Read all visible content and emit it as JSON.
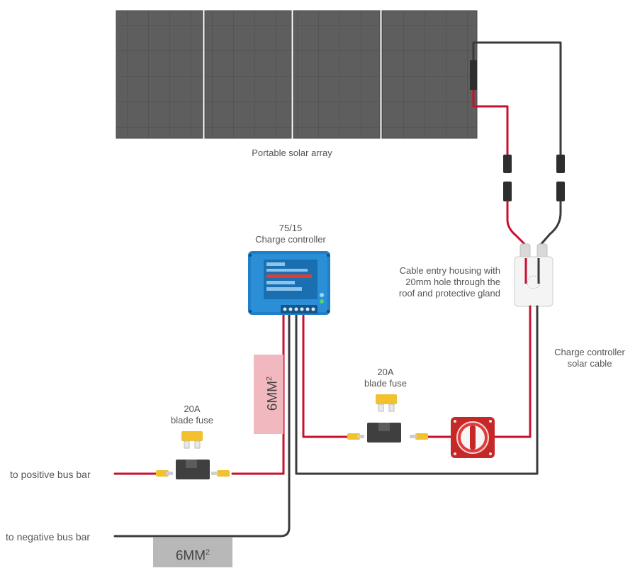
{
  "labels": {
    "solar_array": "Portable solar array",
    "controller_model": "75/15",
    "controller_name": "Charge controller",
    "housing_line1": "Cable entry housing with",
    "housing_line2": "20mm hole through the",
    "housing_line3": "roof and protective gland",
    "solar_cable_line1": "Charge controller",
    "solar_cable_line2": "solar cable",
    "fuse_right_rating": "20A",
    "fuse_right_name": "blade fuse",
    "fuse_left_rating": "20A",
    "fuse_left_name": "blade fuse",
    "positive_bus": "to positive bus bar",
    "negative_bus": "to negative bus bar",
    "cable_size_positive": "6MM",
    "cable_size_negative": "6MM",
    "cable_size_sup": "2"
  },
  "colors": {
    "positive_wire": "#c8102e",
    "negative_wire": "#3a3a3a",
    "panel": "#5d5d5d",
    "controller": "#1f7fc9",
    "fuse": "#f2c12e",
    "switch": "#d32f2f",
    "positive_tag_bg": "#f1b9bf",
    "negative_tag_bg": "#b8b8b8"
  }
}
